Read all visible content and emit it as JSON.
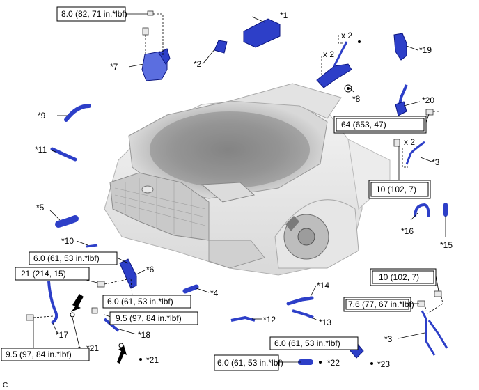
{
  "torque": {
    "t1": "8.0 (82, 71 in.*lbf)",
    "t2": "64 (653, 47)",
    "t3": "10 (102, 7)",
    "t4": "6.0 (61, 53 in.*lbf)",
    "t5": "21 (214, 15)",
    "t6": "6.0 (61, 53 in.*lbf)",
    "t7": "9.5 (97, 84 in.*lbf)",
    "t8": "9.5 (97, 84 in.*lbf)",
    "t9": "10 (102, 7)",
    "t10": "7.6 (77, 67 in.*lbf)",
    "t11": "6.0 (61, 53 in.*lbf)",
    "t12": "6.0 (61, 53 in.*lbf)"
  },
  "callouts": {
    "c1": "*1",
    "c2": "*2",
    "c3a": "*3",
    "c3b": "*3",
    "c4": "*4",
    "c5": "*5",
    "c6": "*6",
    "c7": "*7",
    "c8": "*8",
    "c9": "*9",
    "c10": "*10",
    "c11": "*11",
    "c12": "*12",
    "c13": "*13",
    "c14": "*14",
    "c15": "*15",
    "c16": "*16",
    "c17": "*17",
    "c18": "*18",
    "c19": "*19",
    "c20": "*20",
    "c21a": "*21",
    "c21b": "*21",
    "c22": "*22",
    "c23": "*23"
  },
  "multipliers": {
    "m1": "x 2",
    "m2": "x 2",
    "m3": "x 2"
  },
  "figure_code": "C"
}
